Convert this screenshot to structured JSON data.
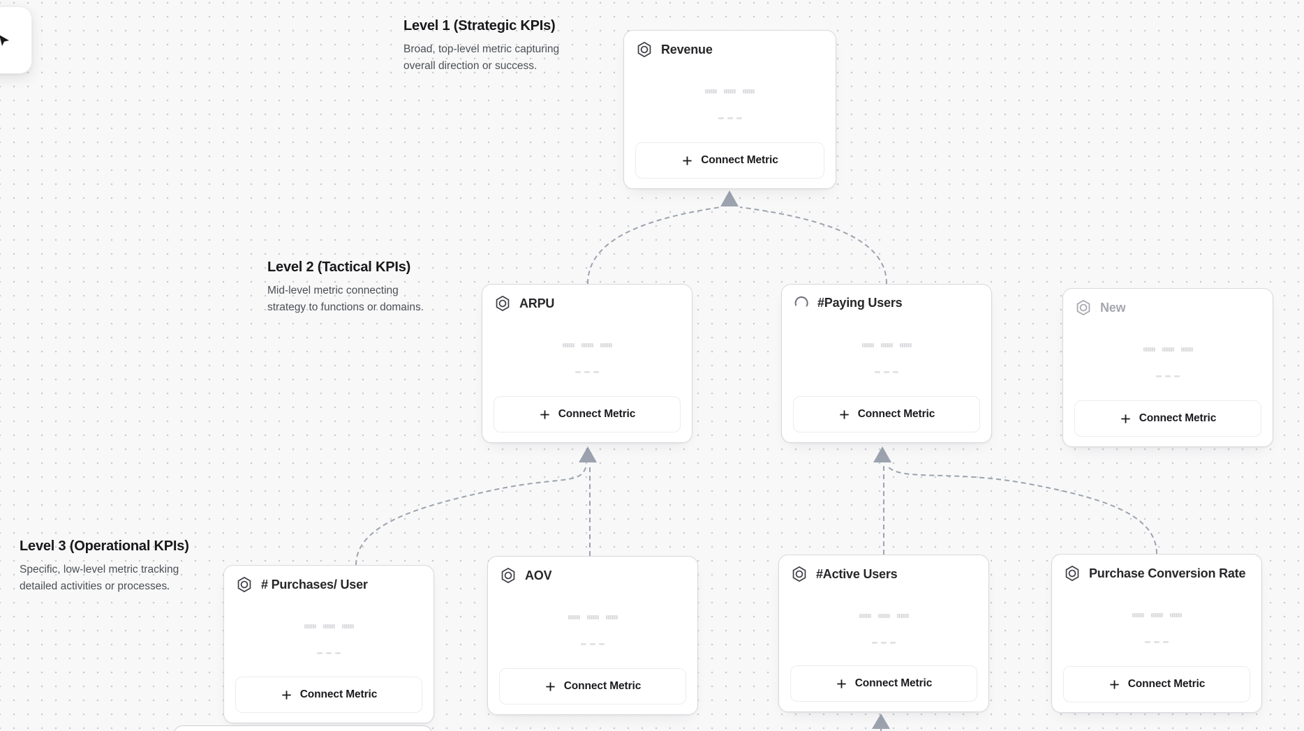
{
  "ui": {
    "connect_metric_label": "Connect Metric"
  },
  "levels": [
    {
      "title": "Level 1 (Strategic KPIs)",
      "description": "Broad, top-level metric capturing overall direction or success."
    },
    {
      "title": "Level 2 (Tactical KPIs)",
      "description": "Mid-level metric connecting strategy to functions or domains."
    },
    {
      "title": "Level 3 (Operational KPIs)",
      "description": "Specific, low-level metric tracking detailed activities or processes."
    }
  ],
  "cards": [
    {
      "id": "revenue",
      "title": "Revenue",
      "icon": "metric-hexagon-icon",
      "level": 1,
      "state": "default"
    },
    {
      "id": "arpu",
      "title": "ARPU",
      "icon": "metric-hexagon-icon",
      "level": 2,
      "state": "default"
    },
    {
      "id": "paying-users",
      "title": "#Paying Users",
      "icon": "spinner-icon",
      "level": 2,
      "state": "loading"
    },
    {
      "id": "new",
      "title": "New",
      "icon": "metric-hexagon-icon",
      "level": 2,
      "state": "draft"
    },
    {
      "id": "purchases-per-user",
      "title": "# Purchases/ User",
      "icon": "metric-hexagon-icon",
      "level": 3,
      "state": "default"
    },
    {
      "id": "aov",
      "title": "AOV",
      "icon": "metric-hexagon-icon",
      "level": 3,
      "state": "default"
    },
    {
      "id": "active-users",
      "title": "#Active Users",
      "icon": "metric-hexagon-icon",
      "level": 3,
      "state": "default"
    },
    {
      "id": "purchase-conversion-rate",
      "title": "Purchase Conversion Rate",
      "icon": "metric-hexagon-icon",
      "level": 3,
      "state": "default"
    }
  ],
  "colors": {
    "canvas_background": "#f8f8f8",
    "canvas_dot": "#c9cacd",
    "card_background": "#ffffff",
    "card_border": "#d9d9de",
    "card_title_text": "#27272a",
    "card_title_muted": "#a6a7ad",
    "connector": "#9ca3af",
    "level_title_text": "#18181b",
    "level_desc_text": "#4b4f55"
  }
}
